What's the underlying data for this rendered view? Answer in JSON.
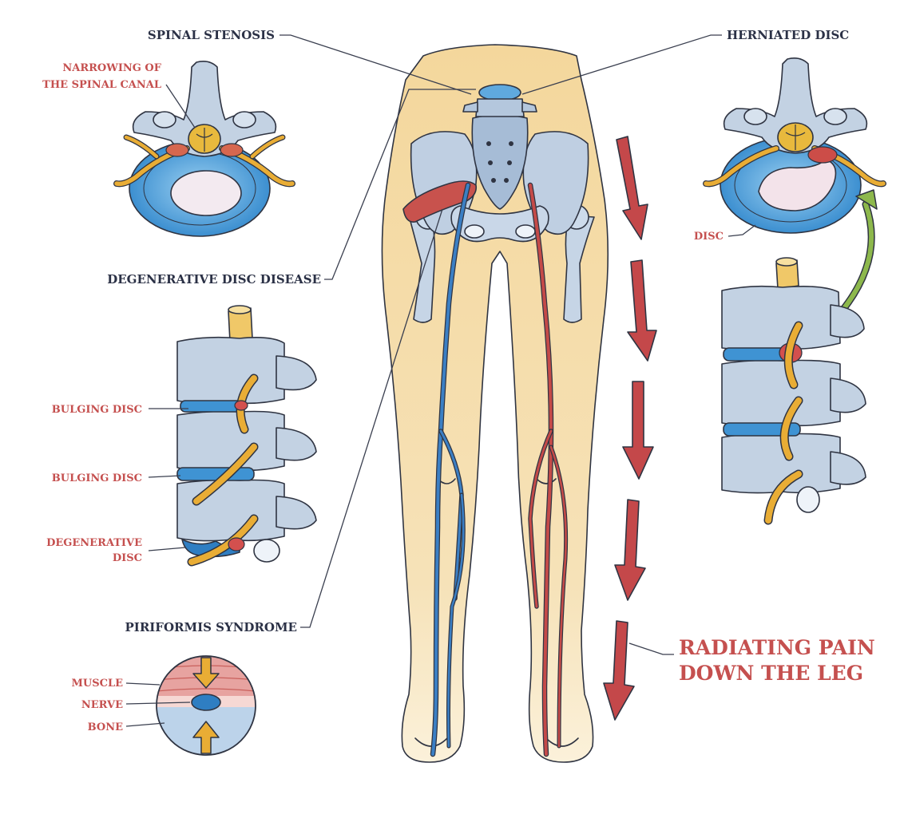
{
  "labels": {
    "spinal_stenosis": "SPINAL STENOSIS",
    "herniated_disc": "HERNIATED DISC",
    "narrowing_line1": "NARROWING OF",
    "narrowing_line2": "THE SPINAL CANAL",
    "disc": "DISC",
    "degenerative_disc_disease": "DEGENERATIVE DISC DISEASE",
    "bulging_disc_1": "BULGING DISC",
    "bulging_disc_2": "BULGING DISC",
    "degenerative_line1": "DEGENERATIVE",
    "degenerative_line2": "DISC",
    "piriformis_syndrome": "PIRIFORMIS SYNDROME",
    "muscle": "MUSCLE",
    "nerve": "NERVE",
    "bone": "BONE",
    "radiating_line1": "RADIATING PAIN",
    "radiating_line2": "DOWN THE LEG"
  },
  "colors": {
    "skin": "#f5dca6",
    "bone": "#c3d2e3",
    "disc_blue": "#3f93d3",
    "nerve_yellow": "#e9ad35",
    "nerve_red": "#c44a48",
    "vein_blue": "#3b7fc4",
    "arrow_red": "#c4484a",
    "arrow_green": "#8db84c",
    "label_red": "#c5504f",
    "label_dark": "#2b3146"
  }
}
